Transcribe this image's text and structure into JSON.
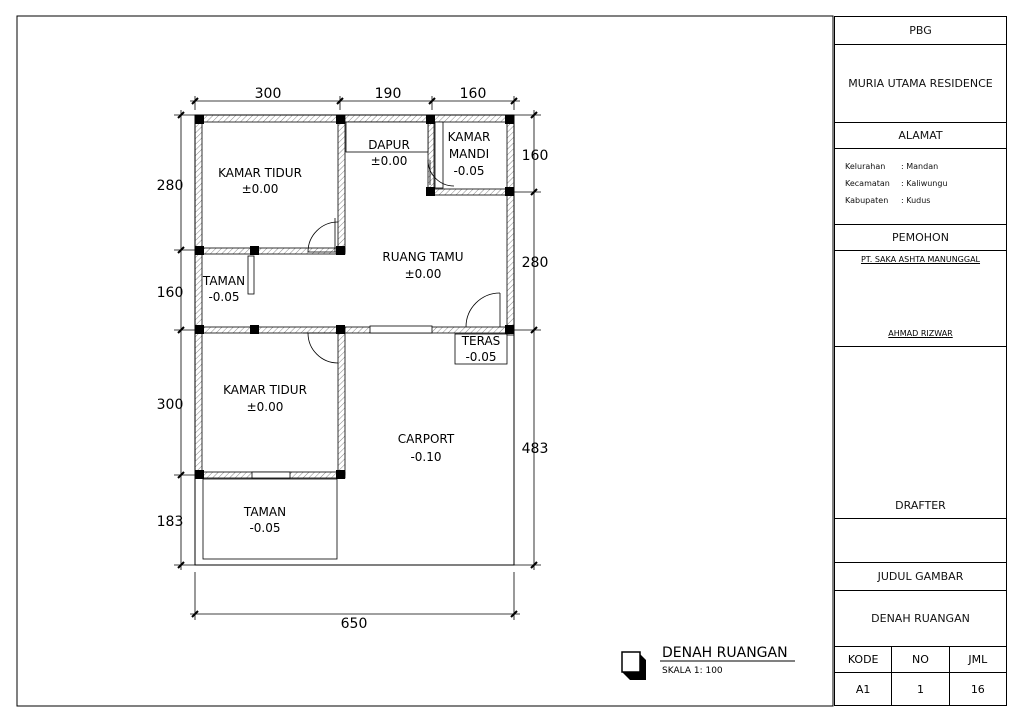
{
  "plan": {
    "rooms": [
      {
        "name": "KAMAR TIDUR",
        "level": "±0.00"
      },
      {
        "name": "DAPUR",
        "level": "±0.00"
      },
      {
        "name": "KAMAR",
        "name2": "MANDI",
        "level": "-0.05"
      },
      {
        "name": "RUANG TAMU",
        "level": "±0.00"
      },
      {
        "name": "TAMAN",
        "level": "-0.05"
      },
      {
        "name": "TERAS",
        "level": "-0.05"
      },
      {
        "name": "KAMAR TIDUR",
        "level": "±0.00"
      },
      {
        "name": "CARPORT",
        "level": "-0.10"
      },
      {
        "name": "TAMAN",
        "level": "-0.05"
      }
    ],
    "dims": {
      "top": [
        "300",
        "190",
        "160"
      ],
      "left": [
        "280",
        "160",
        "300",
        "183"
      ],
      "right": [
        "160",
        "280",
        "483"
      ],
      "bottom": "650"
    },
    "caption": {
      "title": "DENAH RUANGAN",
      "scale": "SKALA 1: 100"
    }
  },
  "title_block": {
    "pbg": "PBG",
    "project": "MURIA UTAMA RESIDENCE",
    "alamat_label": "ALAMAT",
    "address": [
      {
        "key": "Kelurahan",
        "value": ": Mandan"
      },
      {
        "key": "Kecamatan",
        "value": ": Kaliwungu"
      },
      {
        "key": "Kabupaten",
        "value": ": Kudus"
      }
    ],
    "pemohon_label": "PEMOHON",
    "company": "PT. SAKA ASHTA MANUNGGAL",
    "person": "AHMAD RIZWAR",
    "drafter_label": "DRAFTER",
    "judul_label": "JUDUL GAMBAR",
    "judul": "DENAH RUANGAN",
    "headers": [
      "KODE",
      "NO",
      "JML"
    ],
    "values": [
      "A1",
      "1",
      "16"
    ]
  },
  "colors": {
    "line": "#000000",
    "hatch": "#777777",
    "column": "#000000"
  }
}
